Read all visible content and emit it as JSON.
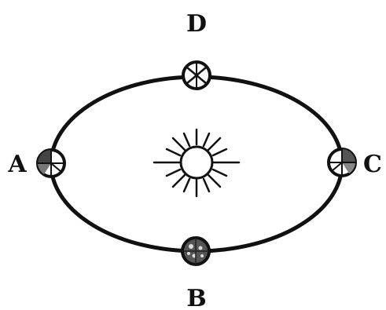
{
  "labels": {
    "top": "D",
    "left": "A",
    "right": "C",
    "bottom": "B"
  },
  "colors": {
    "ink": "#111111",
    "paper": "#ffffff"
  },
  "icons": {
    "center": "sun-icon",
    "orbit_bodies": [
      "earth-icon-a",
      "earth-icon-b",
      "earth-icon-c",
      "earth-icon-d"
    ]
  }
}
